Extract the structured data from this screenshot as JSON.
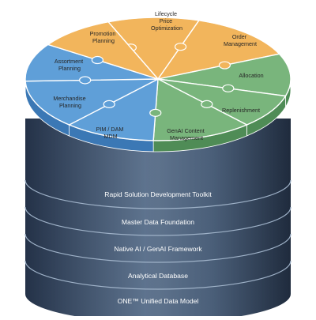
{
  "layers": [
    {
      "id": "toolkit",
      "label": "Rapid Solution Development Toolkit"
    },
    {
      "id": "master",
      "label": "Master Data Foundation"
    },
    {
      "id": "native-ai",
      "label": "Native AI / GenAI Framework"
    },
    {
      "id": "analytical",
      "label": "Analytical Database"
    },
    {
      "id": "one-udm",
      "label": "ONE™ Unified Data Model"
    }
  ],
  "segments": [
    {
      "id": "lifecycle",
      "lines": [
        "Lifecycle",
        "Price",
        "Optimization"
      ]
    },
    {
      "id": "order",
      "lines": [
        "Order",
        "Management"
      ]
    },
    {
      "id": "allocation",
      "lines": [
        "Allocation"
      ]
    },
    {
      "id": "replenishment",
      "lines": [
        "Replenishment"
      ]
    },
    {
      "id": "genai",
      "lines": [
        "GenAI Content",
        "Management"
      ]
    },
    {
      "id": "pim",
      "lines": [
        "PIM / DAM",
        "MDM"
      ]
    },
    {
      "id": "merchandise",
      "lines": [
        "Merchandise",
        "Planning"
      ]
    },
    {
      "id": "assortment",
      "lines": [
        "Assortment",
        "Planning"
      ]
    },
    {
      "id": "promotion",
      "lines": [
        "Promotion",
        "Planning"
      ]
    }
  ],
  "colors": {
    "orange": "#f2b55c",
    "orange_side": "#d28f3a",
    "green": "#79b57c",
    "green_side": "#4f8c56",
    "blue": "#5f9fd8",
    "blue_side": "#3b78b5",
    "layer_top": "#3f5570",
    "layer_bottom": "#2a3a52",
    "divider": "#8fa3bb"
  }
}
